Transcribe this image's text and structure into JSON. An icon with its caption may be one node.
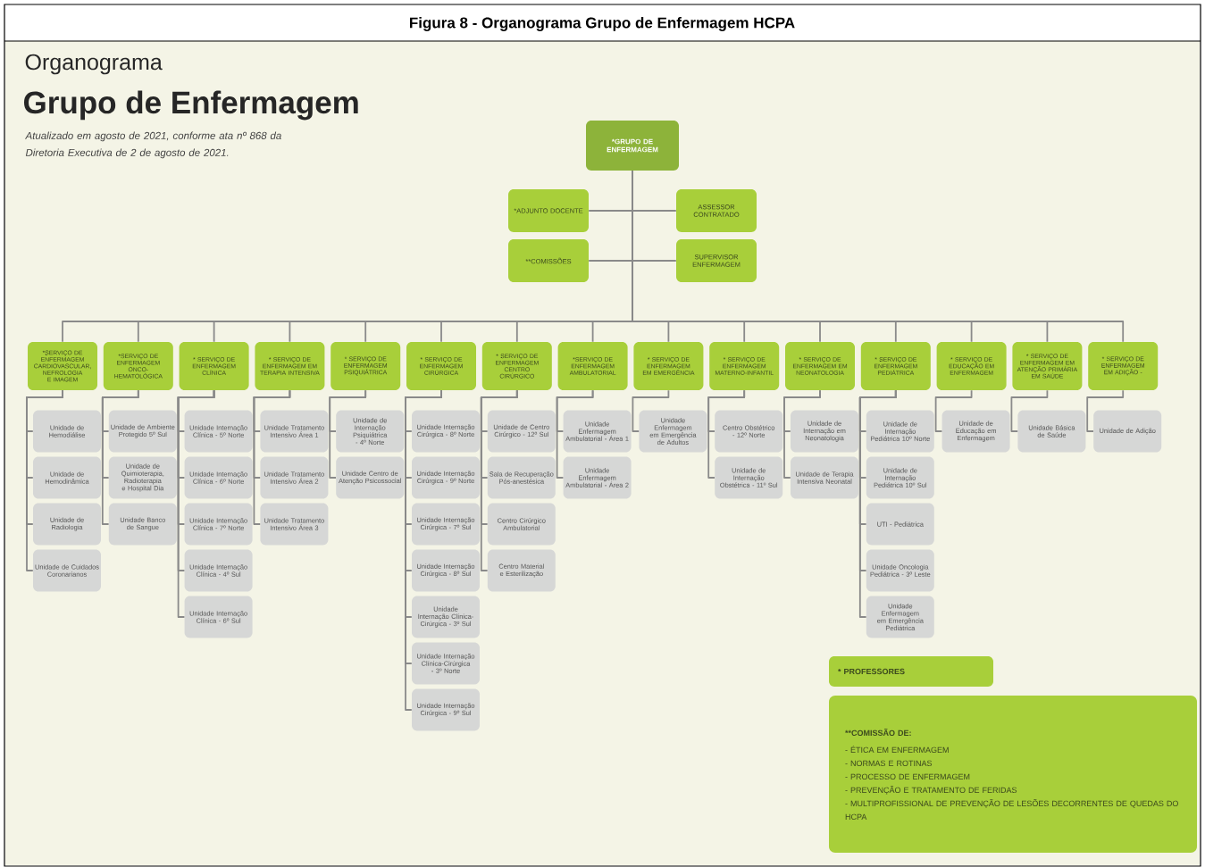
{
  "diagram": {
    "title": "Figura 8 - Organograma Grupo de Enfermagem HCPA",
    "nodes": [
      {
        "text": [
          "*GRUPO DE ENFERMAGEM"
        ]
      },
      {
        "text": [
          "*ADJUNTO DOCENTE"
        ]
      },
      {
        "text": [
          "ASSESSOR CONTRATADO"
        ]
      },
      {
        "text": [
          "**COMISSÕES"
        ]
      },
      {
        "text": [
          "SUPERVISOR ENFERMAGEM"
        ]
      },
      {
        "text": [
          "*SERVIÇO DE ENFERMAGEM CARDIOVASCULAR, NEFROLOGIA E IMAGEM"
        ]
      },
      {
        "text": [
          "*SERVIÇO DE ENFERMAGEM ONCO-HEMATOLÓGICA"
        ]
      },
      {
        "text": [
          "* SERVIÇO DE ENFERMAGEM CLÍNICA"
        ]
      },
      {
        "text": [
          "* SERVIÇO DE ENFERMAGEM EM TERAPIA INTENSIVA"
        ]
      },
      {
        "text": [
          "* SERVIÇO DE ENFERMAGEM PSIQUIÁTRICA"
        ]
      },
      {
        "text": [
          "* SERVIÇO DE ENFERMAGEM CIRÚRGICA"
        ]
      },
      {
        "text": [
          "* SERVIÇO DE ENFERMAGEM CENTRO CIRÚRGICO"
        ]
      },
      {
        "text": [
          "*SERVIÇO DE ENFERMAGEM AMBULATORIAL"
        ]
      },
      {
        "text": [
          "* SERVIÇO DE ENFERMAGEM EM EMERGÊNCIA"
        ]
      },
      {
        "text": [
          "* SERVIÇO DE ENFERMAGEM MATERNO-INFANTIL"
        ]
      },
      {
        "text": [
          "* SERVIÇO DE ENFERMAGEM EM NEONATOLOGIA"
        ]
      },
      {
        "text": [
          "* SERVIÇO DE ENFERMAGEM PEDIÁTRICA"
        ]
      },
      {
        "text": [
          "* SERVIÇO DE EDUCAÇÃO EM ENFERMAGEM"
        ]
      },
      {
        "text": [
          "* SERVIÇO DE ENFERMAGEM EM ATENÇÃO PRIMÁRIA EM SAÚDE"
        ]
      },
      {
        "text": [
          "* SERVIÇO DE ENFERMAGEM EM ADIÇÃO -"
        ]
      },
      {
        "text": [
          "Unidade de Hemodiálise"
        ]
      },
      {
        "text": [
          "Unidade de Hemodinâmica"
        ]
      },
      {
        "text": [
          "Unidade de Radiologia"
        ]
      },
      {
        "text": [
          "Unidade de Cuidados Coronarianos"
        ]
      },
      {
        "text": [
          "Unidade de Ambiente Protegido 5º Sul"
        ]
      },
      {
        "text": [
          "Unidade de Quimioterapia, Radioterapia e Hospital Dia"
        ]
      },
      {
        "text": [
          "Unidade Banco de Sangue"
        ]
      },
      {
        "text": [
          "Unidade Internação Clínica - 5º Norte"
        ]
      },
      {
        "text": [
          "Unidade Internação Clínica - 6º Norte"
        ]
      },
      {
        "text": [
          "Unidade Internação Clínica - 7º Norte"
        ]
      },
      {
        "text": [
          "Unidade Internação Clínica - 4º Sul"
        ]
      },
      {
        "text": [
          "Unidade Internação Clínica - 6º Sul"
        ]
      },
      {
        "text": [
          "Unidade Tratamento Intensivo Área 1"
        ]
      },
      {
        "text": [
          "Unidade Tratamento Intensivo Área 2"
        ]
      },
      {
        "text": [
          "Unidade Tratamento Intensivo Área 3"
        ]
      },
      {
        "text": [
          "Unidade de Internação Psiquiátrica - 4º Norte"
        ]
      },
      {
        "text": [
          "Unidade Centro de Atenção Psicossocial"
        ]
      },
      {
        "text": [
          "Unidade Internação Cirúrgica - 8º Norte"
        ]
      },
      {
        "text": [
          "Unidade Internação Cirúrgica - 9º Norte"
        ]
      },
      {
        "text": [
          "Unidade Internação Cirúrgica - 7º Sul"
        ]
      },
      {
        "text": [
          "Unidade Internação Cirúrgica - 8º Sul"
        ]
      },
      {
        "text": [
          "Unidade Internação Clínica-Cirúrgica - 3º Sul"
        ]
      },
      {
        "text": [
          "Unidade Internação Clínica-Cirúrgica - 3º Norte"
        ]
      },
      {
        "text": [
          "Unidade Internação Cirúrgica - 9º Sul"
        ]
      },
      {
        "text": [
          "Unidade de Centro Cirúrgico - 12º Sul"
        ]
      },
      {
        "text": [
          "Sala de Recuperação Pós-anestésica"
        ]
      },
      {
        "text": [
          "Centro Cirúrgico Ambulatorial"
        ]
      },
      {
        "text": [
          "Centro Material e Esterilização"
        ]
      },
      {
        "text": [
          "Unidade Enfermagem Ambulatorial - Área 1"
        ]
      },
      {
        "text": [
          "Unidade Enfermagem Ambulatorial - Área 2"
        ]
      },
      {
        "text": [
          "Unidade Enfermagem em Emergência de Adultos"
        ]
      },
      {
        "text": [
          "Centro Obstétrico - 12º Norte"
        ]
      },
      {
        "text": [
          "Unidade de Internação Obstétrica - 11º Sul"
        ]
      },
      {
        "text": [
          "Unidade de Internação em Neonatologia"
        ]
      },
      {
        "text": [
          "Unidade de Terapia Intensiva Neonatal"
        ]
      },
      {
        "text": [
          "Unidade de Internação Pediátrica 10º Norte"
        ]
      },
      {
        "text": [
          "Unidade de Internação Pediátrica 10º Sul"
        ]
      },
      {
        "text": [
          "UTI - Pediátrica"
        ]
      },
      {
        "text": [
          "Unidade Oncologia Pediátrica - 3º Leste"
        ]
      },
      {
        "text": [
          "Unidade Enfermagem em Emergência Pediátrica"
        ]
      },
      {
        "text": [
          "Unidade de Educação em Enfermagem"
        ]
      },
      {
        "text": [
          "Unidade Básica de Saúde"
        ]
      },
      {
        "text": [
          "Unidade de Adição"
        ]
      },
      {
        "text": [
          "* PROFESSORES"
        ]
      },
      {
        "text": [
          "**COMISSÃO DE:",
          "- ÉTICA EM ENFERMAGEM",
          "- NORMAS E ROTINAS",
          "- PROCESSO DE ENFERMAGEM",
          "- PREVENÇÃO E TRATAMENTO DE FERIDAS",
          "- MULTIPROFISSIONAL DE PREVENÇÃO DE LESÕES DECORRENTES DE QUEDAS DO HCPA"
        ]
      }
    ],
    "edges": [
      {
        "from": 0,
        "to": 1,
        "arrow": "none"
      },
      {
        "from": 0,
        "to": 2,
        "arrow": "none"
      },
      {
        "from": 0,
        "to": 3,
        "arrow": "none"
      },
      {
        "from": 0,
        "to": 4,
        "arrow": "none"
      },
      {
        "from": 0,
        "to": 5,
        "arrow": "none"
      },
      {
        "from": 0,
        "to": 6,
        "arrow": "none"
      },
      {
        "from": 0,
        "to": 7,
        "arrow": "none"
      },
      {
        "from": 0,
        "to": 8,
        "arrow": "none"
      },
      {
        "from": 0,
        "to": 9,
        "arrow": "none"
      },
      {
        "from": 0,
        "to": 10,
        "arrow": "none"
      },
      {
        "from": 0,
        "to": 11,
        "arrow": "none"
      },
      {
        "from": 0,
        "to": 12,
        "arrow": "none"
      },
      {
        "from": 0,
        "to": 13,
        "arrow": "none"
      },
      {
        "from": 0,
        "to": 14,
        "arrow": "none"
      },
      {
        "from": 0,
        "to": 15,
        "arrow": "none"
      },
      {
        "from": 0,
        "to": 16,
        "arrow": "none"
      },
      {
        "from": 0,
        "to": 17,
        "arrow": "none"
      },
      {
        "from": 0,
        "to": 18,
        "arrow": "none"
      },
      {
        "from": 0,
        "to": 19,
        "arrow": "none"
      },
      {
        "from": 5,
        "to": 20,
        "arrow": "none"
      },
      {
        "from": 5,
        "to": 21,
        "arrow": "none"
      },
      {
        "from": 5,
        "to": 22,
        "arrow": "none"
      },
      {
        "from": 5,
        "to": 23,
        "arrow": "none"
      },
      {
        "from": 6,
        "to": 24,
        "arrow": "none"
      },
      {
        "from": 6,
        "to": 25,
        "arrow": "none"
      },
      {
        "from": 6,
        "to": 26,
        "arrow": "none"
      },
      {
        "from": 7,
        "to": 27,
        "arrow": "none"
      },
      {
        "from": 7,
        "to": 28,
        "arrow": "none"
      },
      {
        "from": 7,
        "to": 29,
        "arrow": "none"
      },
      {
        "from": 7,
        "to": 30,
        "arrow": "none"
      },
      {
        "from": 7,
        "to": 31,
        "arrow": "none"
      },
      {
        "from": 8,
        "to": 32,
        "arrow": "none"
      },
      {
        "from": 8,
        "to": 33,
        "arrow": "none"
      },
      {
        "from": 8,
        "to": 34,
        "arrow": "none"
      },
      {
        "from": 9,
        "to": 35,
        "arrow": "none"
      },
      {
        "from": 9,
        "to": 36,
        "arrow": "none"
      },
      {
        "from": 10,
        "to": 37,
        "arrow": "none"
      },
      {
        "from": 10,
        "to": 38,
        "arrow": "none"
      },
      {
        "from": 10,
        "to": 39,
        "arrow": "none"
      },
      {
        "from": 10,
        "to": 40,
        "arrow": "none"
      },
      {
        "from": 10,
        "to": 41,
        "arrow": "none"
      },
      {
        "from": 10,
        "to": 42,
        "arrow": "none"
      },
      {
        "from": 10,
        "to": 43,
        "arrow": "none"
      },
      {
        "from": 11,
        "to": 44,
        "arrow": "none"
      },
      {
        "from": 11,
        "to": 45,
        "arrow": "none"
      },
      {
        "from": 11,
        "to": 46,
        "arrow": "none"
      },
      {
        "from": 11,
        "to": 47,
        "arrow": "none"
      },
      {
        "from": 12,
        "to": 48,
        "arrow": "none"
      },
      {
        "from": 12,
        "to": 49,
        "arrow": "none"
      },
      {
        "from": 13,
        "to": 50,
        "arrow": "none"
      },
      {
        "from": 14,
        "to": 51,
        "arrow": "none"
      },
      {
        "from": 14,
        "to": 52,
        "arrow": "none"
      },
      {
        "from": 15,
        "to": 53,
        "arrow": "none"
      },
      {
        "from": 15,
        "to": 54,
        "arrow": "none"
      },
      {
        "from": 16,
        "to": 55,
        "arrow": "none"
      },
      {
        "from": 16,
        "to": 56,
        "arrow": "none"
      },
      {
        "from": 16,
        "to": 57,
        "arrow": "none"
      },
      {
        "from": 16,
        "to": 58,
        "arrow": "none"
      },
      {
        "from": 16,
        "to": 59,
        "arrow": "none"
      },
      {
        "from": 17,
        "to": 60,
        "arrow": "none"
      },
      {
        "from": 18,
        "to": 61,
        "arrow": "none"
      },
      {
        "from": 19,
        "to": 62,
        "arrow": "none"
      }
    ],
    "labels": [
      "Organograma",
      "Grupo de Enfermagem",
      "Atualizado em agosto de 2021, conforme ata nº 868 da Diretoria Executiva de 2 de agosto de 2021."
    ]
  }
}
